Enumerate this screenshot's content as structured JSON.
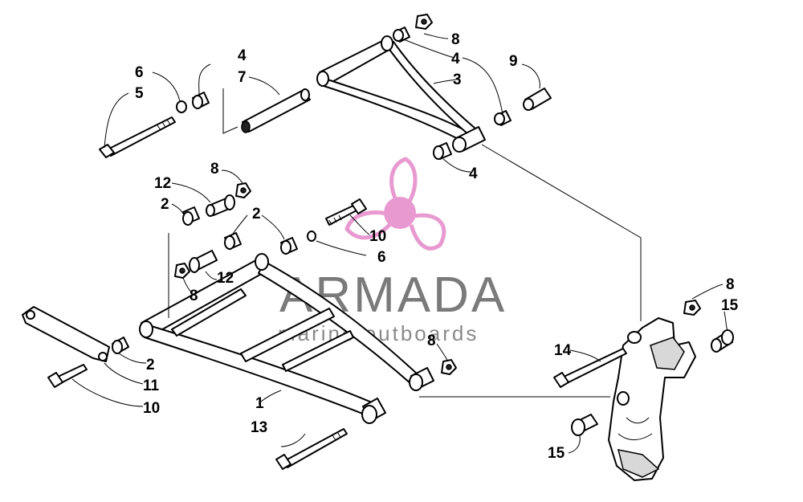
{
  "watermark": {
    "brand": "ARMADA",
    "tagline": "marine outboards",
    "logo_color": "#e89ad0",
    "text_color": "#7a7a7a"
  },
  "callouts": {
    "c1": "1",
    "c2a": "2",
    "c2b": "2",
    "c2c": "2",
    "c3": "3",
    "c4a": "4",
    "c4b": "4",
    "c4c": "4",
    "c5": "5",
    "c6a": "6",
    "c6b": "6",
    "c7": "7",
    "c8a": "8",
    "c8b": "8",
    "c8c": "8",
    "c8d": "8",
    "c8e": "8",
    "c9": "9",
    "c10a": "10",
    "c10b": "10",
    "c11": "11",
    "c12a": "12",
    "c12b": "12",
    "c13": "13",
    "c14": "14",
    "c15a": "15",
    "c15b": "15"
  }
}
